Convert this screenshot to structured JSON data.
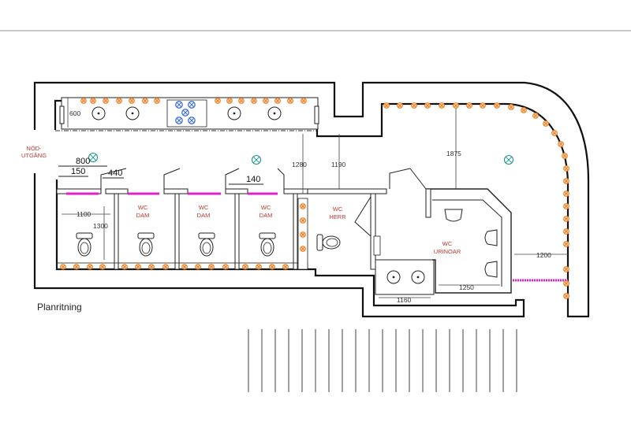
{
  "plan": {
    "title": "Planritning",
    "emergency_exit": [
      "NÖD-",
      "UTGÅNG"
    ],
    "rooms": {
      "wc_dam_1": [
        "WC",
        "DAM"
      ],
      "wc_dam_2": [
        "WC",
        "DAM"
      ],
      "wc_dam_3": [
        "WC",
        "DAM"
      ],
      "wc_herr": [
        "WC",
        "HERR"
      ],
      "wc_urinoar": [
        "WC",
        "URINOAR"
      ]
    },
    "dimensions": {
      "d800": "800",
      "d150": "150",
      "d440": "440",
      "d140": "140",
      "d600": "600",
      "d1100": "1100",
      "d1300": "1300",
      "d1280": "1280",
      "d1190": "1190",
      "d1875": "1875",
      "d1200": "1200",
      "d1250": "1250",
      "d1160": "1160"
    },
    "colors": {
      "accent_magenta": "#e020c8",
      "fixture_blue": "#3a6fd8",
      "light_teal": "#1a9a8a",
      "light_orange": "#e8862a"
    },
    "icons": [
      "toilet-icon",
      "sink-icon",
      "urinal-icon",
      "ceiling-light-icon",
      "floor-light-icon",
      "door-icon"
    ]
  }
}
